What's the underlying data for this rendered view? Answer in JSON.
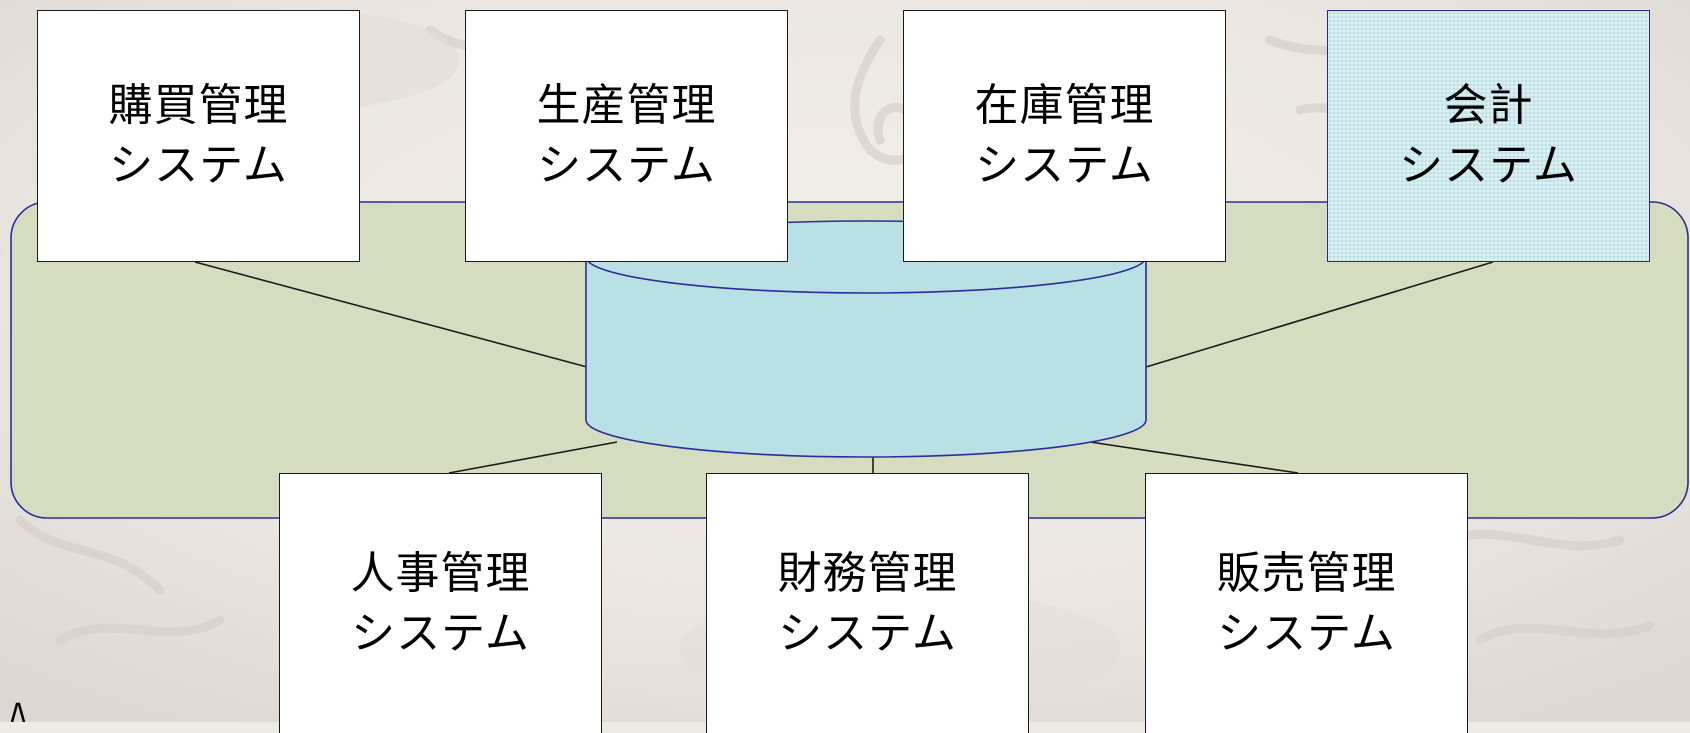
{
  "systems_top": [
    {
      "id": "purchasing",
      "line1": "購買管理",
      "line2": "システム"
    },
    {
      "id": "production",
      "line1": "生産管理",
      "line2": "システム"
    },
    {
      "id": "inventory",
      "line1": "在庫管理",
      "line2": "システム"
    },
    {
      "id": "accounting",
      "line1": "会計",
      "line2": "システム"
    }
  ],
  "systems_bottom": [
    {
      "id": "hr",
      "line1": "人事管理",
      "line2": "システム"
    },
    {
      "id": "finance",
      "line1": "財務管理",
      "line2": "システム"
    },
    {
      "id": "sales",
      "line1": "販売管理",
      "line2": "システム"
    }
  ],
  "colors": {
    "platform_fill": "#d5dcbf",
    "platform_stroke": "#2d2d9a",
    "database_fill": "#b9e0e4",
    "database_stroke": "#2d2d9a",
    "box_fill": "#ffffff",
    "box_stroke": "#1a1a1a",
    "accounting_fill": "#cfe9ec",
    "connector": "#1a1a1a"
  },
  "icons": {
    "database": "database-cylinder-icon"
  }
}
